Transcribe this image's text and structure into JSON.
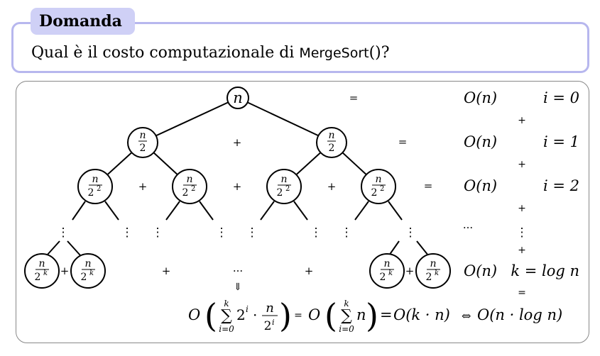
{
  "question": {
    "tab_label": "Domanda",
    "text_before": "Qual è il costo computazionale di ",
    "function_name": "MergeSort",
    "text_after": "()?"
  },
  "tree": {
    "root": "n",
    "numer": "n",
    "denom_level1": "2",
    "denom_level2": "2",
    "exp_level2": "2",
    "denom_levelk": "2",
    "exp_levelk": "k",
    "vdots": "⋮",
    "plus": "+",
    "cdots": "···",
    "down_arrow": "⇓"
  },
  "levels": [
    {
      "equals": "=",
      "cost": "O(n)",
      "index": "i = 0"
    },
    {
      "equals": "=",
      "cost": "O(n)",
      "index": "i = 1"
    },
    {
      "equals": "=",
      "cost": "O(n)",
      "index": "i = 2"
    },
    {
      "cost_last": "O(n)",
      "index_last": "k = log n"
    }
  ],
  "column_plus": "+",
  "column_equals": "=",
  "formula": {
    "part1_O": "O",
    "sum_top": "k",
    "sum_sigma": "∑",
    "sum_bottom": "i=0",
    "term": "2",
    "term_exp": "i",
    "dot": "·",
    "frac_num": "n",
    "frac_den": "2",
    "frac_den_exp": "i",
    "eq1": "=",
    "part2_O": "O",
    "term2": "n",
    "eq2": "=",
    "result1": "O(k · n)",
    "iff": "⇔",
    "result2": "O(n · log n)"
  }
}
